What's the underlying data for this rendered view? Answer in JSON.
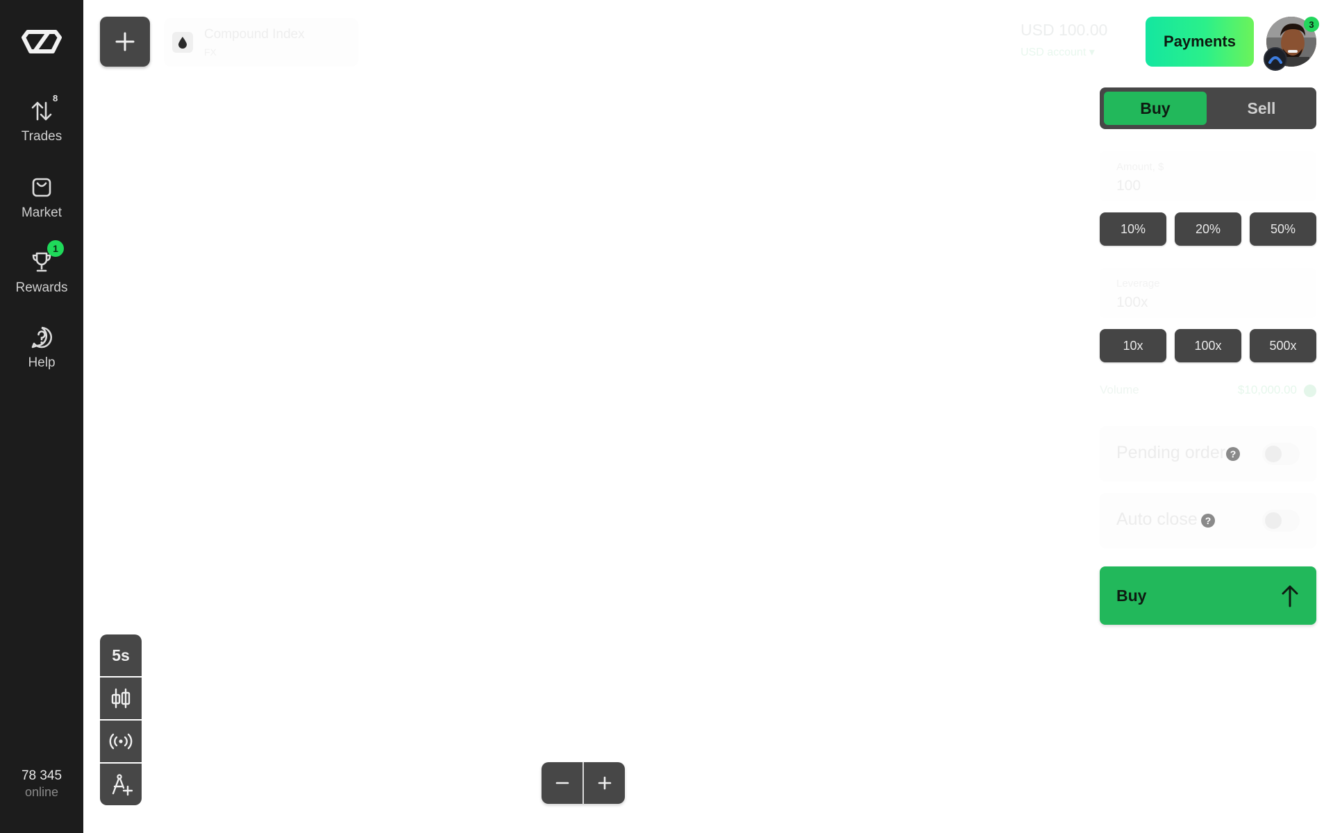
{
  "sidebar": {
    "items": [
      {
        "label": "Trades",
        "badge": "8",
        "icon": "arrows-up-down-icon"
      },
      {
        "label": "Market",
        "badge": "",
        "icon": "shopping-bag-icon"
      },
      {
        "label": "Rewards",
        "badge": "1",
        "icon": "trophy-icon"
      },
      {
        "label": "Help",
        "badge": "",
        "icon": "help-circle-icon"
      }
    ],
    "online_count": "78 345",
    "online_label": "online"
  },
  "header": {
    "asset_name": "Compound Index",
    "asset_sub": "FX",
    "balance_amount": "USD 100.00",
    "account_label": "USD account",
    "payments_label": "Payments",
    "avatar_badge": "3"
  },
  "panel": {
    "buy_tab": "Buy",
    "sell_tab": "Sell",
    "amount_label": "Amount, $",
    "amount_value": "100",
    "amount_chips": [
      "10%",
      "20%",
      "50%"
    ],
    "multiplier_label": "Leverage",
    "multiplier_value": "100x",
    "multiplier_chips": [
      "10x",
      "100x",
      "500x"
    ],
    "volume_label": "Volume",
    "volume_value": "$10,000.00",
    "pending_order_label": "Pending order",
    "auto_close_label": "Auto close",
    "help_glyph": "?",
    "buy_button": "Buy"
  },
  "tools": {
    "interval": "5s"
  },
  "colors": {
    "accent_green": "#22b85b",
    "sidebar_bg": "#1c1c1c",
    "control_bg": "#474747"
  }
}
